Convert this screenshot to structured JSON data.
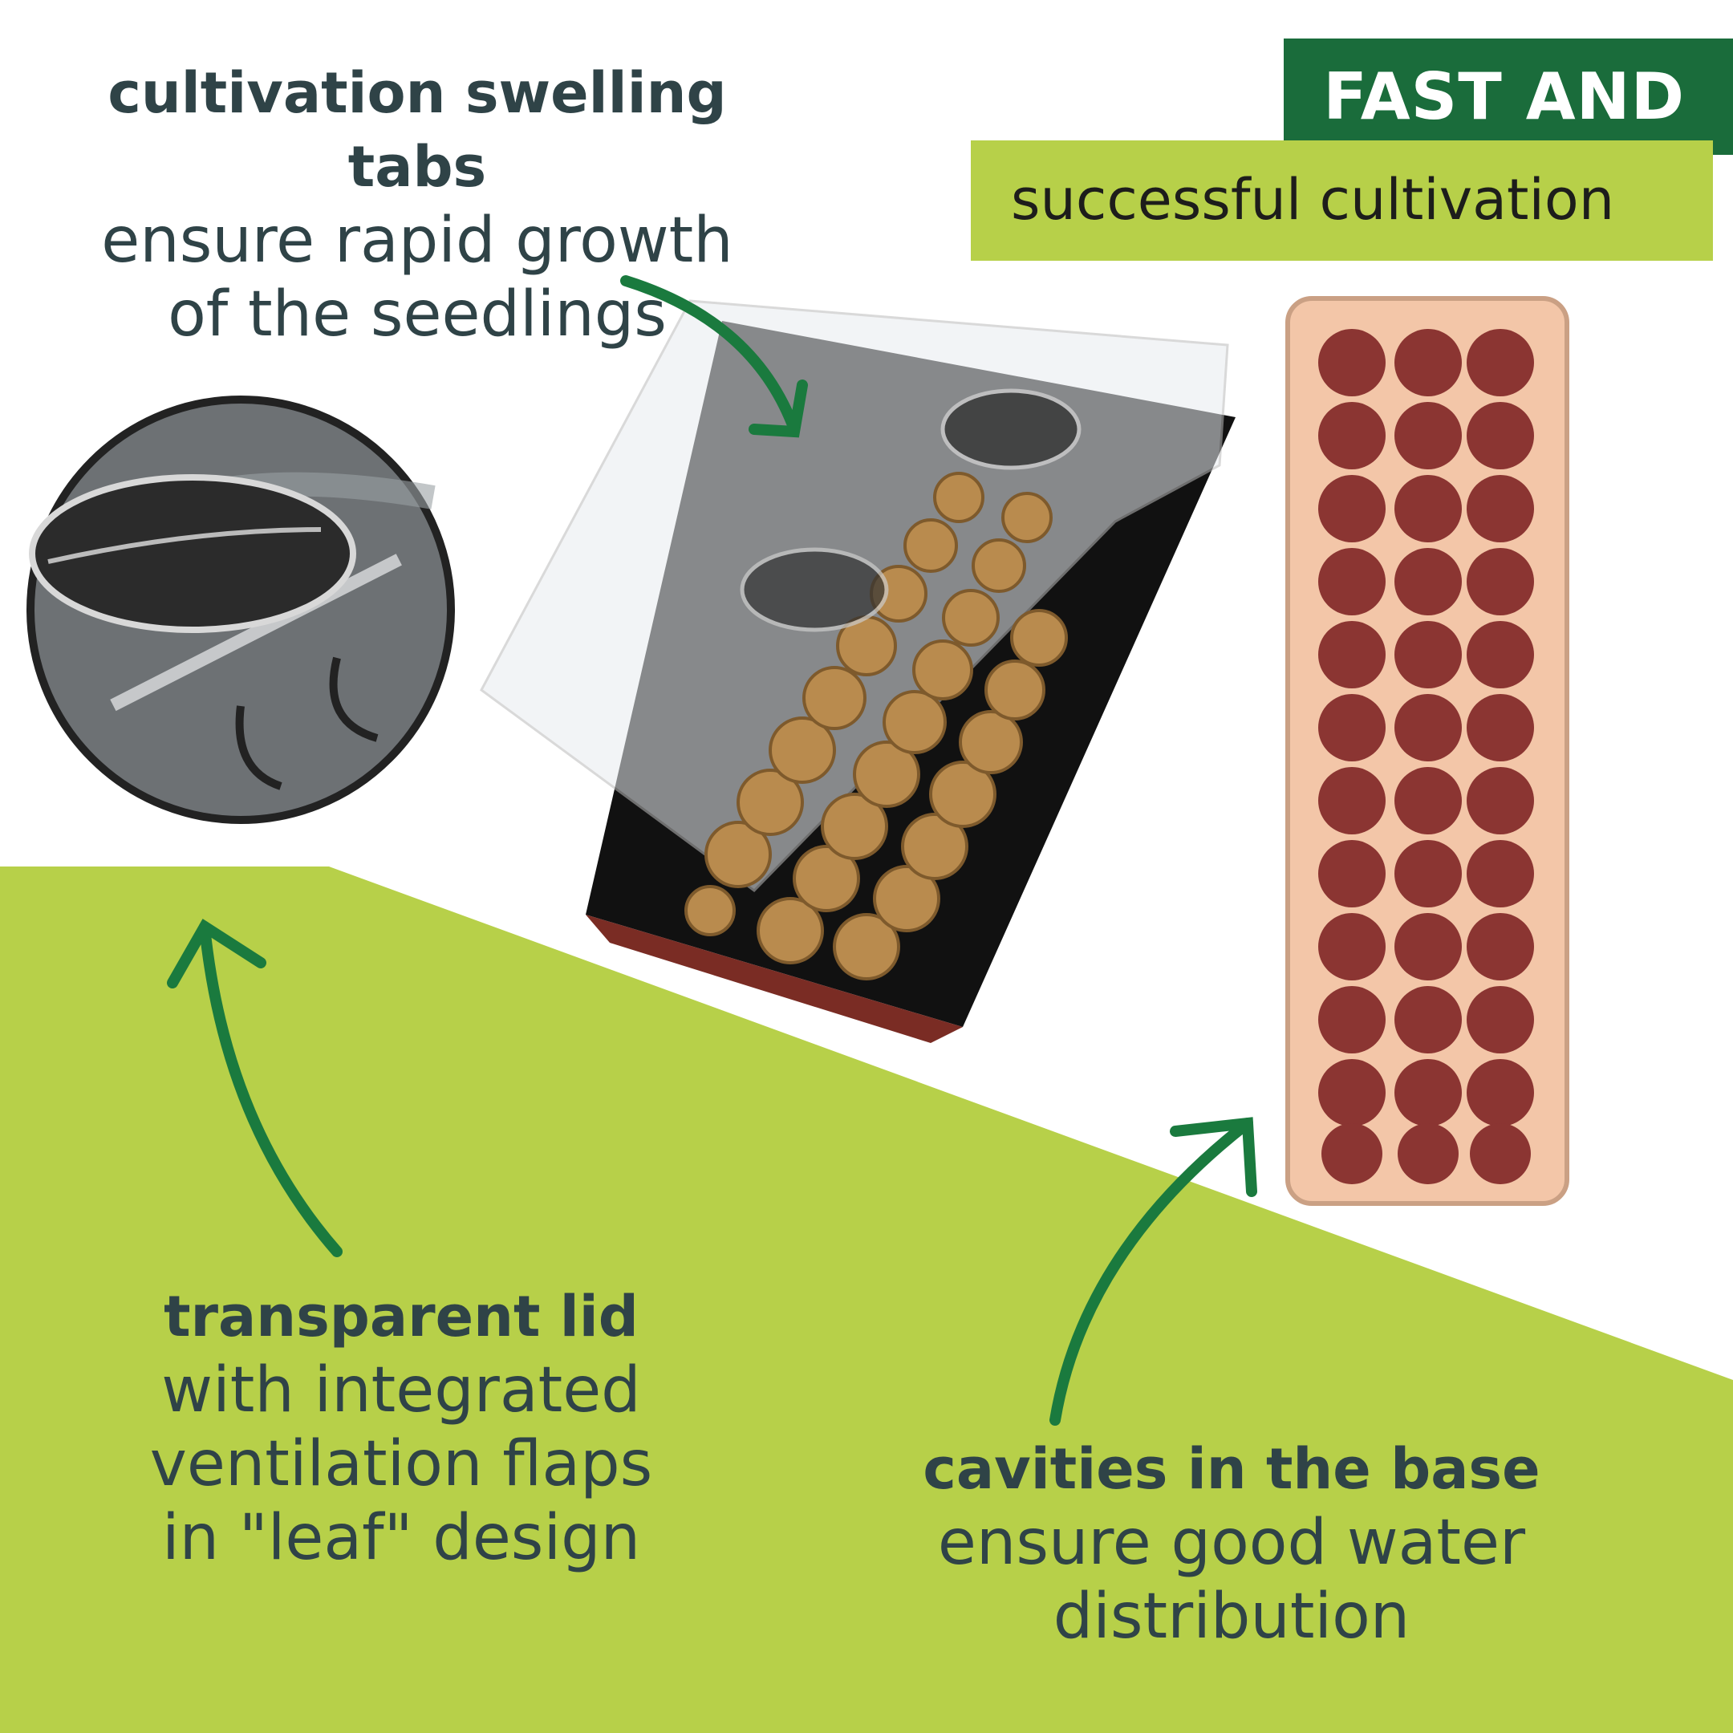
{
  "banner": {
    "line1": "FAST AND",
    "line2": "successful cultivation"
  },
  "callouts": {
    "tabs": {
      "title": "cultivation swelling tabs",
      "body": "ensure rapid growth of the seedlings"
    },
    "lid": {
      "title": "transparent lid",
      "body": "with integrated ventilation flaps in \"leaf\" design"
    },
    "base": {
      "title": "cavities in the base",
      "body": "ensure good water distribution"
    }
  },
  "colors": {
    "dark_green": "#1a6c3b",
    "light_green": "#b7d049",
    "text": "#2f4347",
    "arrow": "#1a7a3e"
  }
}
